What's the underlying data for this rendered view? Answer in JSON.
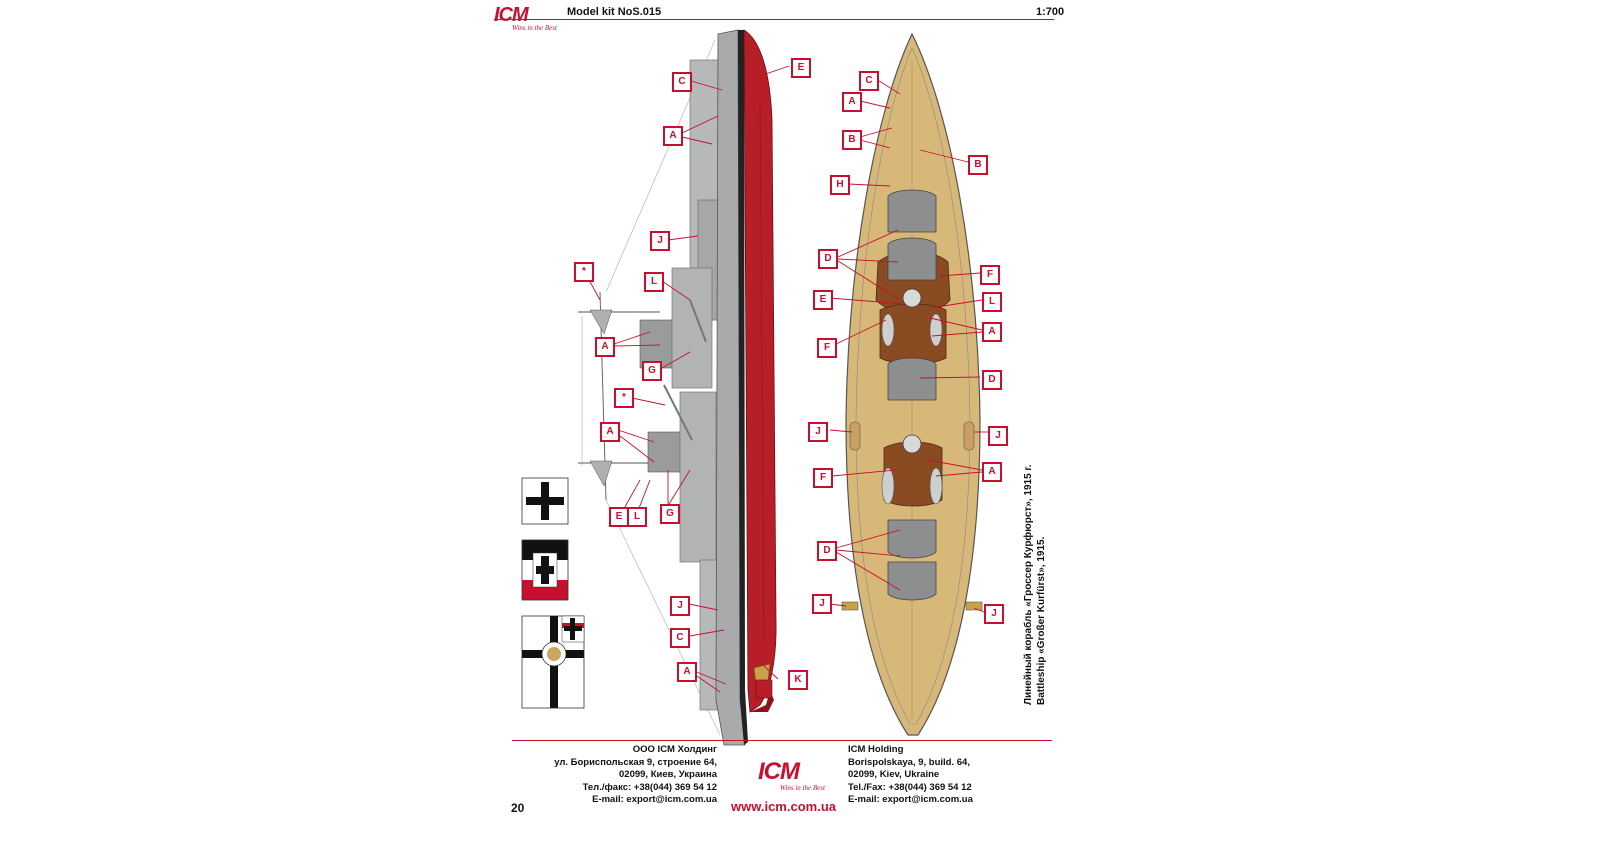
{
  "header": {
    "logo_text": "ICM",
    "logo_tagline": "Wins in the Best",
    "kit_label": "Model kit NoS.015",
    "scale_label": "1:700"
  },
  "title": {
    "ru": "Линейный корабль «Гроссер Курфюрст», 1915 г.",
    "en": "Battleship «Großer Kurfürst», 1915."
  },
  "footer": {
    "ru": {
      "company": "ООО ICM Холдинг",
      "street": "ул. Бориспольская 9, строение 64,",
      "city": "02099, Киев, Украина",
      "phone": "Тел./факс: +38(044) 369 54 12",
      "email": "E-mail: export@icm.com.ua"
    },
    "en": {
      "company": "ICM Holding",
      "street": "Borispolskaya, 9, build. 64,",
      "city": "02099, Kiev, Ukraine",
      "phone": "Tel./Fax: +38(044) 369 54 12",
      "email": "E-mail: export@icm.com.ua"
    },
    "website": "www.icm.com.ua",
    "page_number": "20"
  },
  "colors": {
    "hull_red": "#b81e28",
    "hull_grey": "#a9aaac",
    "deck_wood": "#d8b878",
    "brand_red": "#c8102e",
    "turret_grey": "#8d8e90",
    "linoleum": "#8a4a22"
  },
  "side_callouts": [
    "E",
    "C",
    "A",
    "J",
    "L",
    "*",
    "A",
    "G",
    "*",
    "A",
    "E",
    "L",
    "G",
    "J",
    "C",
    "A",
    "K"
  ],
  "top_callouts": [
    "C",
    "A",
    "B",
    "B",
    "H",
    "D",
    "F",
    "E",
    "L",
    "A",
    "F",
    "D",
    "J",
    "J",
    "A",
    "F",
    "D",
    "J",
    "J"
  ]
}
